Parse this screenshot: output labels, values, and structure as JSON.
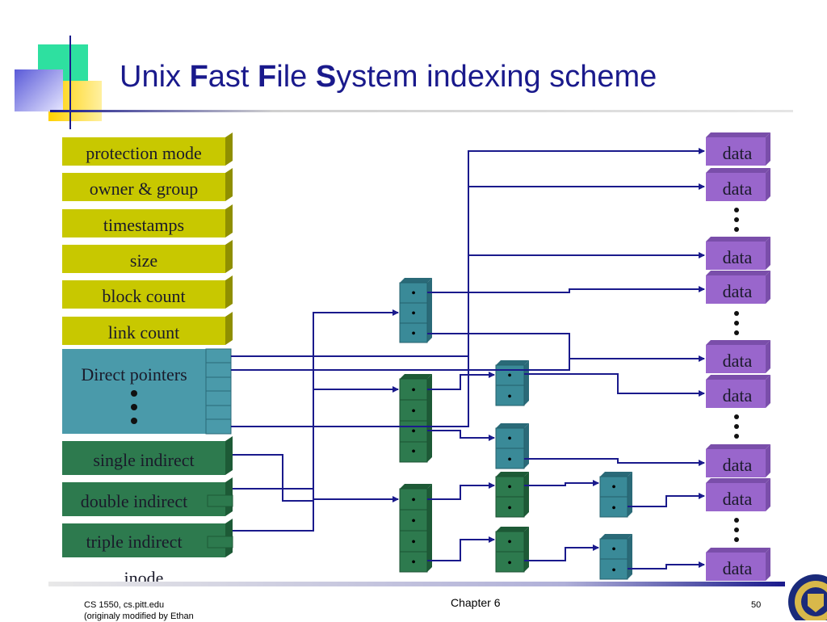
{
  "title": {
    "part1": "Unix ",
    "part2": "F",
    "part3": "ast ",
    "part4": "F",
    "part5": "ile ",
    "part6": "S",
    "part7": "ystem indexing scheme"
  },
  "inode": {
    "fields": [
      "protection mode",
      "owner & group",
      "timestamps",
      "size",
      "block count",
      "link count"
    ],
    "direct_label": "Direct pointers",
    "single_label": "single indirect",
    "double_label": "double indirect",
    "triple_label": "triple indirect",
    "caption": "inode"
  },
  "data_label": "data",
  "bullet": "•",
  "colors": {
    "field_yellow": "#c8c800",
    "direct_blue": "#4a9aaa",
    "indirect_green": "#2d7a4e",
    "teal_block": "#3a8a98",
    "data_purple": "#9966cc",
    "title_blue": "#1a1a8c",
    "line_blue": "#1a1a8c"
  },
  "footer": {
    "course": "CS 1550, cs.pitt.edu",
    "note": "(originaly modified by Ethan",
    "chapter": "Chapter 6",
    "page": "50"
  }
}
